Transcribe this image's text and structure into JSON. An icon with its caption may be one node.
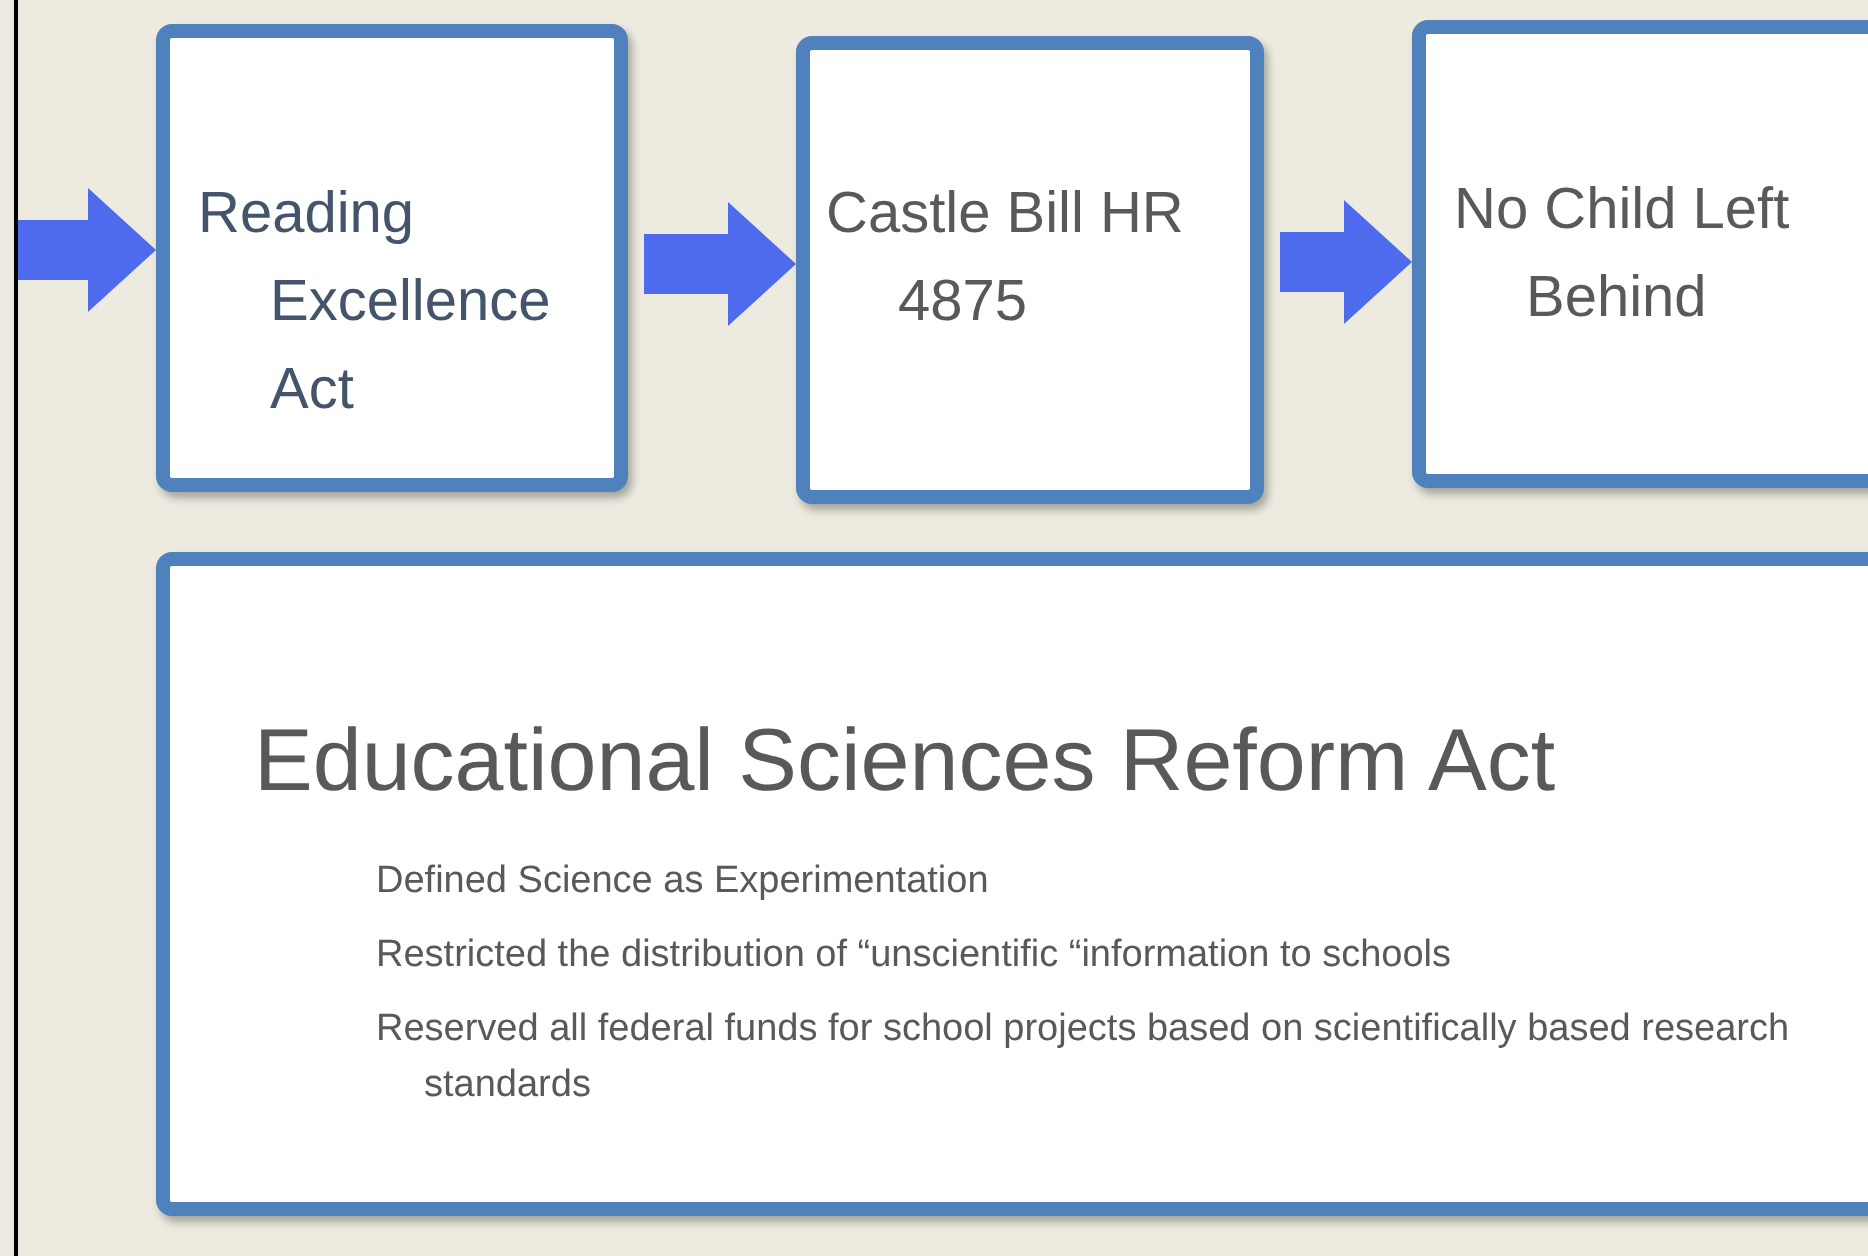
{
  "diagram": {
    "nodes": [
      {
        "text": [
          "Reading Excellence Act"
        ]
      },
      {
        "text": [
          "Castle Bill HR 4875"
        ]
      },
      {
        "text": [
          "No Child Left Behind"
        ]
      },
      {
        "text": [
          "Educational Sciences Reform Act",
          "Defined Science as Experimentation",
          "Restricted the distribution of “unscientific “information to schools",
          "Reserved all federal funds for school projects based on scientifically based research standards"
        ]
      }
    ],
    "edges": [
      {
        "from": null,
        "to": 0,
        "arrow": "to"
      },
      {
        "from": 0,
        "to": 1,
        "arrow": "to"
      },
      {
        "from": 1,
        "to": 2,
        "arrow": "to"
      }
    ]
  }
}
